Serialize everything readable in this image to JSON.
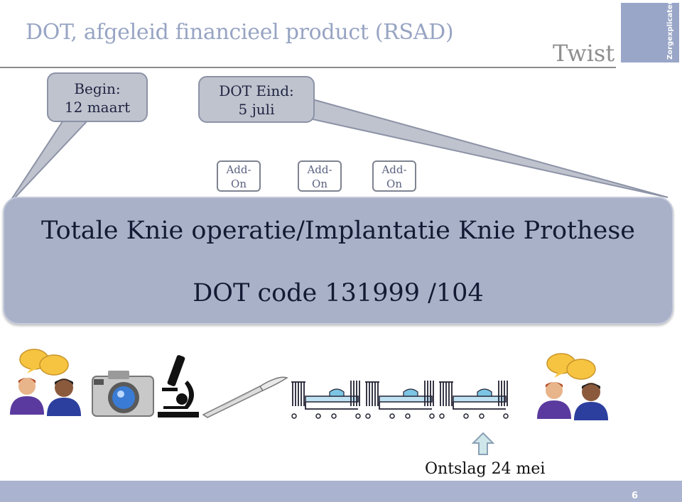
{
  "slide": {
    "title": "DOT, afgeleid financieel product (RSAD)",
    "logo_text": "Twist",
    "side_label": "Zorgexplicateur",
    "page_number": "6"
  },
  "callouts": {
    "begin": {
      "line1": "Begin:",
      "line2": "12 maart"
    },
    "end": {
      "line1": "DOT Eind:",
      "line2": "5  juli"
    }
  },
  "addons": [
    {
      "line1": "Add-",
      "line2": "On"
    },
    {
      "line1": "Add-",
      "line2": "On"
    },
    {
      "line1": "Add-",
      "line2": "On"
    }
  ],
  "main": {
    "line1": "Totale Knie operatie/Implantatie Knie Prothese",
    "line2": "DOT code 131999 /104"
  },
  "bottom": {
    "discharge_label": "Ontslag 24 mei"
  },
  "colors": {
    "title": "#97a4c3",
    "main_box": "#a9b1c9",
    "footer": "#aab3cf",
    "callout": "#bfc3ce"
  }
}
